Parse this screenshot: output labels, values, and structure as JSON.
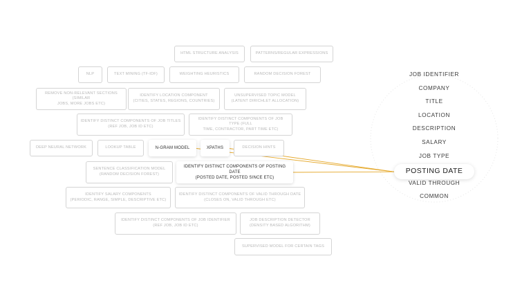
{
  "colors": {
    "link": "#e5a82a",
    "halo": "#e6e6e6"
  },
  "techniques": [
    {
      "id": "html-structure",
      "label": "HTML STRUCTURE ANALYSIS",
      "active": false
    },
    {
      "id": "patterns",
      "label": "PATTERNS/REGULAR EXPRESSIONS",
      "active": false
    },
    {
      "id": "nlp",
      "label": "NLP",
      "active": false
    },
    {
      "id": "text-mining",
      "label": "TEXT MINING (TF-IDF)",
      "active": false
    },
    {
      "id": "weighting",
      "label": "WEIGHTING HEURISTICS",
      "active": false
    },
    {
      "id": "random-forest",
      "label": "RANDOM DECISION FOREST",
      "active": false
    },
    {
      "id": "remove-sections",
      "label": "REMOVE NON-RELEVANT SECTIONS (SIMILAR\nJOBS, MORE JOBS ETC)",
      "active": false
    },
    {
      "id": "location-component",
      "label": "IDENTIFY LOCATION COMPONENT\n(CITIES, STATES, REGIONS, COUNTRIES)",
      "active": false
    },
    {
      "id": "topic-model",
      "label": "UNSUPERVISED TOPIC MODEL\n(LATENT DIRICHLET ALLOCATION)",
      "active": false
    },
    {
      "id": "job-titles",
      "label": "IDENTIFY DISTINCT COMPONENTS OF JOB TITLES\n(REF JOB, JOB ID ETC)",
      "active": false
    },
    {
      "id": "job-type",
      "label": "IDENTIFY DISTINCT COMPONENTS OF JOB TYPE (FULL\nTIME, CONTRACTOR, PART TIME ETC)",
      "active": false
    },
    {
      "id": "deep-nn",
      "label": "DEEP NEURAL NETWORK",
      "active": false
    },
    {
      "id": "lookup-table",
      "label": "LOOKUP TABLE",
      "active": false
    },
    {
      "id": "n-gram",
      "label": "N-GRAM MODEL",
      "active": true
    },
    {
      "id": "xpaths",
      "label": "XPATHS",
      "active": true
    },
    {
      "id": "decision-hints",
      "label": "DECISION HINTS",
      "active": false
    },
    {
      "id": "sentence-classification",
      "label": "SENTENCE CLASSIFICATION MODEL\n(RANDOM DECISION FOREST)",
      "active": false
    },
    {
      "id": "posting-date-components",
      "label": "IDENTIFY DISTINCT COMPONENTS OF POSTING DATE\n(POSTED DATE, POSTED SINCE ETC)",
      "active": true
    },
    {
      "id": "salary-components",
      "label": "IDENTIFY SALARY COMPONENTS\n(PERIODIC, RANGE, SIMPLE, DESCRIPTIVE ETC)",
      "active": false
    },
    {
      "id": "valid-through-components",
      "label": "IDENTIFY DISTINCT COMPONENTS OF VALID THROUGH DATE\n(CLOSES ON, VALID THROUGH ETC)",
      "active": false
    },
    {
      "id": "job-identifier-components",
      "label": "IDENTIFY DISTINCT COMPONENTS OF JOB IDENTIFIER\n(REF JOB, JOB ID ETC)",
      "active": false
    },
    {
      "id": "desc-detector",
      "label": "JOB DESCRIPTION DETECTOR\n(DENSITY BASED ALGORITHM)",
      "active": false
    },
    {
      "id": "supervised",
      "label": "SUPERVISED MODEL FOR CERTAIN TAGS",
      "active": false
    }
  ],
  "categories": [
    {
      "label": "JOB IDENTIFIER",
      "selected": false
    },
    {
      "label": "COMPANY",
      "selected": false
    },
    {
      "label": "TITLE",
      "selected": false
    },
    {
      "label": "LOCATION",
      "selected": false
    },
    {
      "label": "DESCRIPTION",
      "selected": false
    },
    {
      "label": "SALARY",
      "selected": false
    },
    {
      "label": "JOB TYPE",
      "selected": false
    },
    {
      "label": "POSTING DATE",
      "selected": true
    },
    {
      "label": "VALID THROUGH",
      "selected": false
    },
    {
      "label": "COMMON",
      "selected": false
    }
  ],
  "links": [
    {
      "from": "n-gram",
      "to": "POSTING DATE"
    },
    {
      "from": "xpaths",
      "to": "POSTING DATE"
    },
    {
      "from": "posting-date-components",
      "to": "POSTING DATE"
    }
  ]
}
